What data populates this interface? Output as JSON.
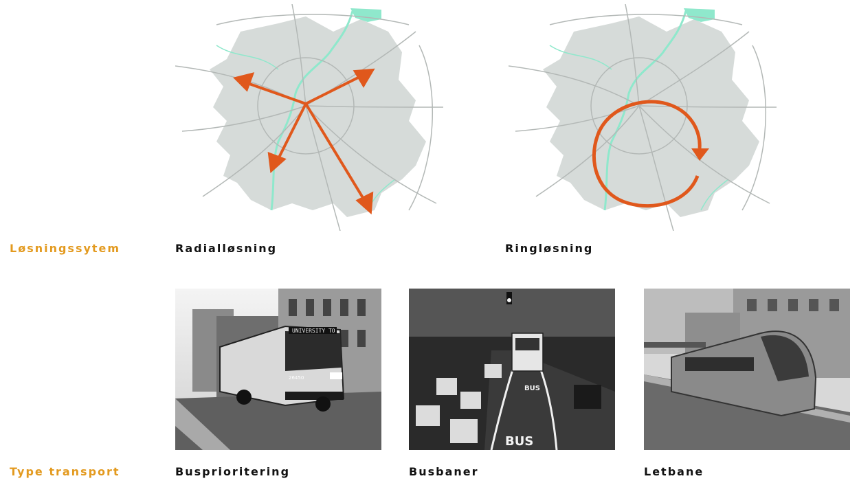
{
  "labels": {
    "row1": "Løsningssytem",
    "row2": "Type transport"
  },
  "maps": [
    {
      "caption": "Radialløsning",
      "icon": "radial-arrows"
    },
    {
      "caption": "Ringløsning",
      "icon": "ring-arrow"
    }
  ],
  "transports": [
    {
      "caption": "Busprioritering",
      "sign": "UNIVERSITY TO",
      "number": "26450"
    },
    {
      "caption": "Busbaner",
      "road_text": "BUS"
    },
    {
      "caption": "Letbane"
    }
  ],
  "colors": {
    "accent": "#e39a1f",
    "arrow": "#e0581c",
    "city": "#d6dbd9",
    "water": "#8fe8cc",
    "roads": "#b3b8b6"
  }
}
